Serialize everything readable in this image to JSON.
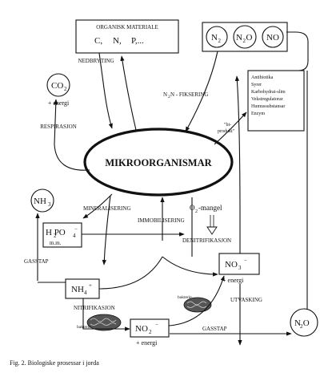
{
  "organic": {
    "title": "ORGANISK MATERIALE",
    "elements": [
      "C,",
      "N,",
      "P,..."
    ]
  },
  "gases_top": [
    "N",
    "N",
    "NO"
  ],
  "nedbryting": "NEDBRYTING",
  "fiksering": "N - FIKSERING",
  "co2": {
    "label": "CO",
    "sub": "2",
    "energy": "+ energi"
  },
  "respirasjon": "RESPIRASJON",
  "biprodukt": [
    "\"bi-",
    "produkt\""
  ],
  "products": [
    "Antibiotika",
    "Syrer",
    "Karbohydrat-slim",
    "Vekstregulatorar",
    "Humussubstansar",
    "Enzym"
  ],
  "center": "MIKROORGANISMAR",
  "nh3": "NH",
  "mineralisering": "MINERALISERING",
  "immobilisering": "IMMOBILISERING",
  "h2po4": {
    "label": "H PO",
    "mm": "m.m."
  },
  "o2mangel": "-mangel",
  "denitrifikasjon": "DENITRIFIKASJON",
  "gasstap_left": "GASSTAP",
  "nh4": "NH",
  "no3": {
    "label": "NO",
    "energy": "+ energi"
  },
  "nitrifikasjon": "NITRIFIKASJON",
  "bakterie": [
    "bakterie",
    "bakterie"
  ],
  "no2": {
    "label": "NO",
    "energy": "+ energi"
  },
  "utvasking": "UTVASKING",
  "gasstap_bottom": "GASSTAP",
  "n2o_bottom": "N O",
  "caption": "Fig. 2. Biologiske prosessar i jorda"
}
